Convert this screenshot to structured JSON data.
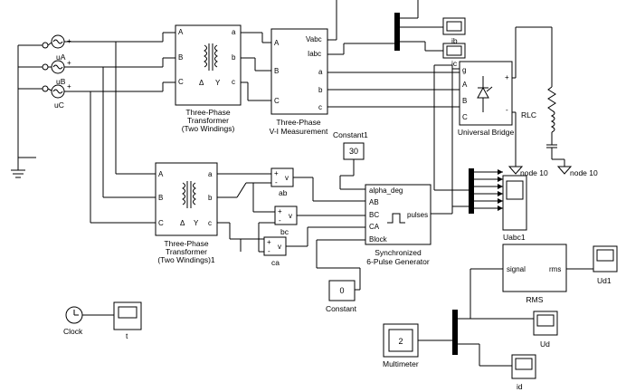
{
  "sources": {
    "uA": "uA",
    "uB": "uB",
    "uC": "uC"
  },
  "transformer1": {
    "title_line1": "Three-Phase",
    "title_line2": "Transformer",
    "title_line3": "(Two Windings)",
    "ports_left": [
      "A",
      "B",
      "C"
    ],
    "ports_right": [
      "a",
      "b",
      "c"
    ],
    "delta": "Δ",
    "wye": "Y"
  },
  "transformer2": {
    "title_line1": "Three-Phase",
    "title_line2": "Transformer",
    "title_line3": "(Two Windings)1",
    "ports_left": [
      "A",
      "B",
      "C"
    ],
    "ports_right": [
      "a",
      "b",
      "c"
    ],
    "delta": "Δ",
    "wye": "Y"
  },
  "vi_measurement": {
    "title_line1": "Three-Phase",
    "title_line2": "V-I Measurement",
    "ports_left": [
      "A",
      "B",
      "C"
    ],
    "ports_right": [
      "a",
      "b",
      "c"
    ],
    "out_vabc": "Vabc",
    "out_iabc": "Iabc"
  },
  "scopes": {
    "ib": "ib",
    "ic": "ic",
    "uabc1": "Uabc1",
    "t": "t",
    "ud": "Ud",
    "id": "id",
    "ud1": "Ud1"
  },
  "bridge": {
    "title": "Universal Bridge",
    "port_g": "g",
    "port_a": "A",
    "port_b": "B",
    "port_c": "C",
    "port_plus": "+",
    "port_minus": "-"
  },
  "rlc": {
    "label": "RLC"
  },
  "nodes": {
    "node1": "node 10",
    "node2": "node 10"
  },
  "constant1": {
    "value": "30",
    "label": "Constant1"
  },
  "constant": {
    "value": "0",
    "label": "Constant"
  },
  "pulse_gen": {
    "title_line1": "Synchronized",
    "title_line2": "6-Pulse Generator",
    "in_alpha": "alpha_deg",
    "in_ab": "AB",
    "in_bc": "BC",
    "in_ca": "CA",
    "in_block": "Block",
    "out_pulses": "pulses"
  },
  "voltmeters": {
    "ab": "ab",
    "bc": "bc",
    "ca": "ca",
    "plus": "+",
    "minus": "-",
    "v": "v"
  },
  "clock": {
    "label": "Clock"
  },
  "rms": {
    "title": "RMS",
    "in_signal": "signal",
    "out_rms": "rms"
  },
  "multimeter": {
    "value": "2",
    "label": "Multimeter"
  }
}
